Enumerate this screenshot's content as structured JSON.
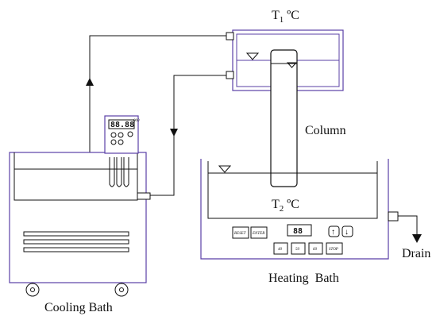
{
  "labels": {
    "t1_base": "T",
    "t1_sub": "1",
    "t1_unit": " ºC",
    "t2_base": "T",
    "t2_sub": "2",
    "t2_unit": " ºC",
    "column": "Column",
    "drain": "Drain",
    "heating_bath": "Heating  Bath",
    "cooling_bath": "Cooling Bath"
  },
  "heating_panel": {
    "reset": "RESET",
    "enter": "ENTER",
    "display": "88",
    "up": "↑",
    "down": "↓",
    "preset_1": "40",
    "preset_2": "50",
    "preset_3": "60",
    "stop": "STOP"
  },
  "cooling_panel": {
    "display": "88.88",
    "unit_tag": "000"
  },
  "colors": {
    "line": "#111111",
    "vessel": "#5a3fa6"
  }
}
